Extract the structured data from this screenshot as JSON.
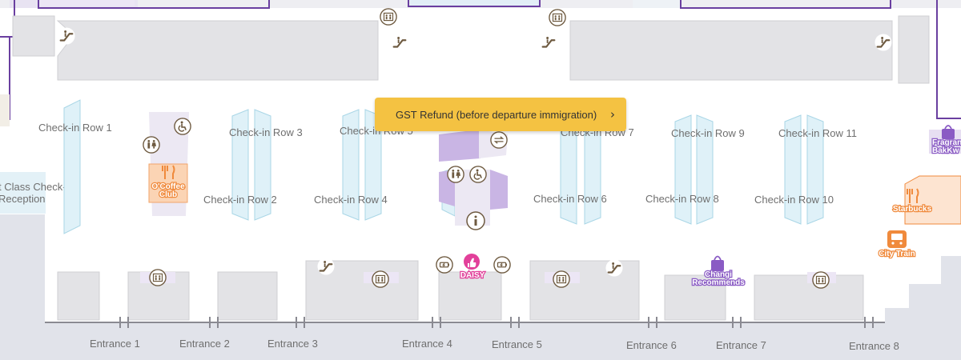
{
  "map": {
    "colors": {
      "checkin_counter": "#dff1f8",
      "building": "#e3e3e6",
      "lounge": "#c9b5e4",
      "restaurant": "#fbd4b4",
      "purple_line": "#6a3fa0",
      "accent_orange": "#f08a3c",
      "accent_purple": "#8a5bc4",
      "accent_pink": "#e2409a",
      "banner": "#f4c242"
    },
    "checkin_rows": [
      {
        "id": "row-1",
        "label": "Check-in Row 1"
      },
      {
        "id": "row-2",
        "label": "Check-in Row 2"
      },
      {
        "id": "row-3",
        "label": "Check-in Row 3"
      },
      {
        "id": "row-4",
        "label": "Check-in Row 4"
      },
      {
        "id": "row-5",
        "label": "Check-in Row 5"
      },
      {
        "id": "row-6",
        "label": "Check-in Row 6"
      },
      {
        "id": "row-7",
        "label": "Check-in Row 7"
      },
      {
        "id": "row-8",
        "label": "Check-in Row 8"
      },
      {
        "id": "row-9",
        "label": "Check-in Row 9"
      },
      {
        "id": "row-10",
        "label": "Check-in Row 10"
      },
      {
        "id": "row-11",
        "label": "Check-in Row 11"
      }
    ],
    "first_class": {
      "line1": "t Class Check-",
      "line2": "Reception"
    },
    "entrances": [
      {
        "label": "Entrance 1"
      },
      {
        "label": "Entrance 2"
      },
      {
        "label": "Entrance 3"
      },
      {
        "label": "Entrance 4"
      },
      {
        "label": "Entrance 5"
      },
      {
        "label": "Entrance 6"
      },
      {
        "label": "Entrance 7"
      },
      {
        "label": "Entrance 8"
      }
    ],
    "pois": {
      "coffee_club": {
        "line1": "O'Coffee",
        "line2": "Club"
      },
      "daisy": "DAISY",
      "changi_recommends": {
        "line1": "Changi",
        "line2": "Recommends"
      },
      "starbucks": "Starbucks",
      "city_train": "City Train",
      "fragrance": {
        "line1": "Fragran",
        "line2": "BakKw"
      }
    },
    "icons": [
      "escalator-icon",
      "lift-icon",
      "toilet-icon",
      "accessible-toilet-icon",
      "info-icon",
      "charging-icon",
      "restaurant-icon",
      "shopping-bag-icon",
      "train-icon",
      "thumbs-up-icon",
      "currency-exchange-icon"
    ]
  },
  "banner": {
    "text": "GST Refund (before departure immigration)",
    "chevron": "›",
    "icon": "chevron-right-icon"
  }
}
